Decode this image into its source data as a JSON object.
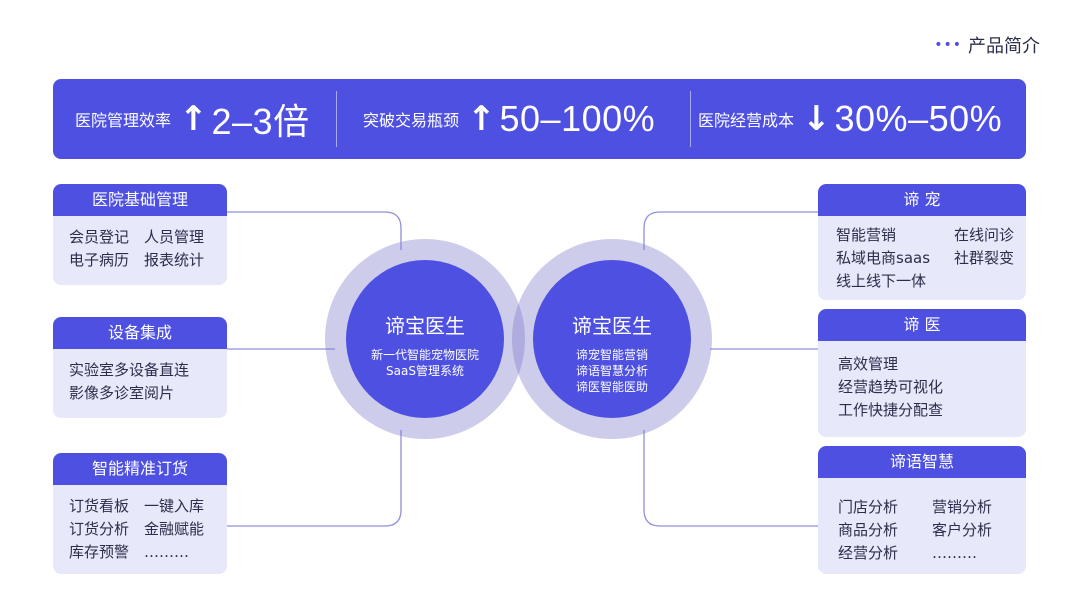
{
  "top_label": {
    "dots": "•••",
    "text": "产品简介"
  },
  "banner": {
    "metrics": [
      {
        "label": "医院管理效率",
        "arrow": "↑",
        "value": "2–3倍"
      },
      {
        "label": "突破交易瓶颈",
        "arrow": "↑",
        "value": "50–100%"
      },
      {
        "label": "医院经营成本",
        "arrow": "↓",
        "value": "30%–50%"
      }
    ]
  },
  "left_cards": [
    {
      "title": "医院基础管理",
      "items": [
        "会员登记",
        "人员管理",
        "电子病历",
        "报表统计"
      ]
    },
    {
      "title": "设备集成",
      "items": [
        "实验室多设备直连",
        "影像多诊室阅片"
      ]
    },
    {
      "title": "智能精准订货",
      "items": [
        "订货看板",
        "一键入库",
        "订货分析",
        "金融赋能",
        "库存预警",
        "………"
      ]
    }
  ],
  "right_cards": [
    {
      "title": "谛 宠",
      "items": [
        "智能营销",
        "在线问诊",
        "私域电商saas",
        "社群裂变",
        "线上线下一体"
      ]
    },
    {
      "title": "谛 医",
      "items": [
        "高效管理",
        "经营趋势可视化",
        "工作快捷分配查"
      ]
    },
    {
      "title": "谛语智慧",
      "items": [
        "门店分析",
        "营销分析",
        "商品分析",
        "客户分析",
        "经营分析",
        "………"
      ]
    }
  ],
  "circles": [
    {
      "title": "谛宝医生",
      "lines": [
        "新一代智能宠物医院",
        "SaaS管理系统"
      ]
    },
    {
      "title": "谛宝医生",
      "lines": [
        "谛宠智能营销",
        "谛语智慧分析",
        "谛医智能医助"
      ]
    }
  ],
  "colors": {
    "primary": "#4e50e2",
    "card_bg": "#e8e8fb",
    "halo": "#8280cd",
    "wire": "#8f90dc"
  }
}
